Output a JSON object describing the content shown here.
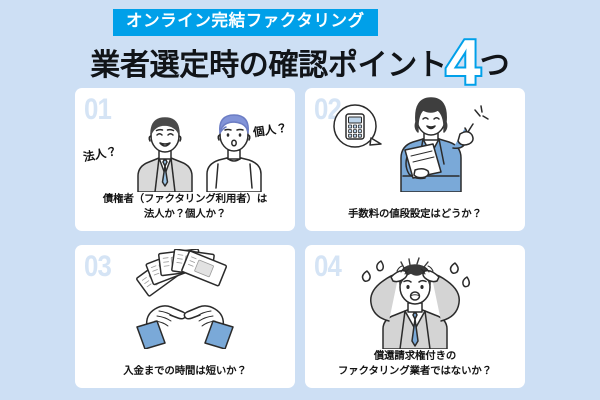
{
  "header": {
    "banner_label": "オンライン完結ファクタリング",
    "title_main": "業者選定時の確認ポイント",
    "title_number": "4",
    "title_suffix": "つ",
    "banner_bg_color": "#00a0e9",
    "number_outline_color": "#00a0e9",
    "title_color": "#111418"
  },
  "theme": {
    "page_background": "#cddff4",
    "card_background": "#ffffff",
    "card_number_color": "#d5e4f5",
    "accent_blue": "#00a0e9",
    "illustration_blue": "#7aa9d8",
    "illustration_grey": "#c9c9c9"
  },
  "cards": [
    {
      "number": "01",
      "caption_lines": [
        "債権者（ファクタリング利用者）は",
        "法人か？個人か？"
      ],
      "illustration": "two-people-corporate-vs-individual",
      "labels": {
        "left": "法人？",
        "right": "個人？"
      }
    },
    {
      "number": "02",
      "caption_lines": [
        "手数料の値段設定はどうか？"
      ],
      "illustration": "woman-with-documents-and-calculator-bubble"
    },
    {
      "number": "03",
      "caption_lines": [
        "入金までの時間は短いか？"
      ],
      "illustration": "hands-fanning-banknotes"
    },
    {
      "number": "04",
      "caption_lines": [
        "償還請求権付きの",
        "ファクタリング業者ではないか？"
      ],
      "illustration": "stressed-businessman-holding-head"
    }
  ]
}
